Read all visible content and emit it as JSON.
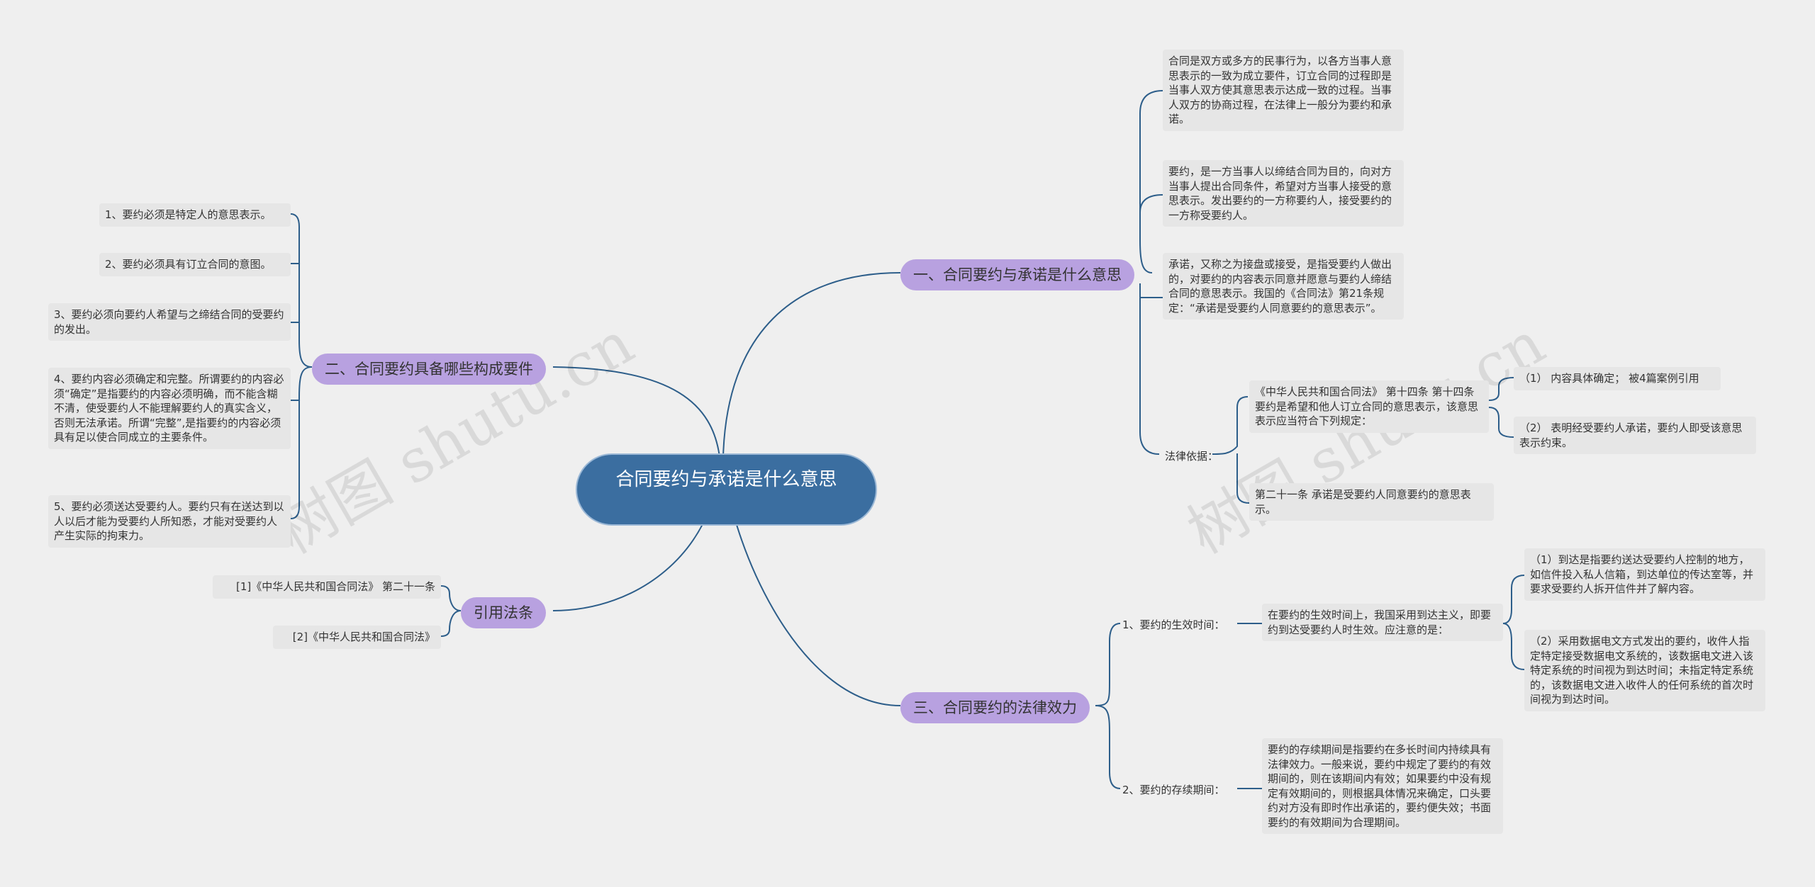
{
  "root": {
    "label": "合同要约与承诺是什么意思"
  },
  "branch1": {
    "label": "一、合同要约与承诺是什么意思",
    "para1": "合同是双方或多方的民事行为，以各方当事人意思表示的一致为成立要件，订立合同的过程即是当事人双方使其意思表示达成一致的过程。当事人双方的协商过程，在法律上一般分为要约和承诺。",
    "para2": "要约，是一方当事人以缔结合同为目的，向对方当事人提出合同条件，希望对方当事人接受的意思表示。发出要约的一方称要约人，接受要约的一方称受要约人。",
    "para3": "承诺，又称之为接盘或接受，是指受要约人做出的，对要约的内容表示同意并愿意与要约人缔结合同的意思表示。我国的《合同法》第21条规定：“承诺是受要约人同意要约的意思表示”。",
    "law_label": "法律依据：",
    "law1": "《中华人民共和国合同法》 第十四条 第十四条 要约是希望和他人订立合同的意思表示，该意思表示应当符合下列规定：",
    "law1_sub1": "（1） 内容具体确定； 被4篇案例引用",
    "law1_sub2": "（2） 表明经受要约人承诺，要约人即受该意思表示约束。",
    "law2": "第二十一条 承诺是受要约人同意要约的意思表示。"
  },
  "branch2": {
    "label": "二、合同要约具备哪些构成要件",
    "items": [
      "1、要约必须是特定人的意思表示。",
      "2、要约必须具有订立合同的意图。",
      "3、要约必须向要约人希望与之缔结合同的受要约的发出。",
      "4、要约内容必须确定和完整。所谓要约的内容必须“确定”是指要约的内容必须明确，而不能含糊不清，使受要约人不能理解要约人的真实含义，否则无法承诺。所谓“完整”,是指要约的内容必须具有足以使合同成立的主要条件。",
      "5、要约必须送达受要约人。要约只有在送达到以人以后才能为受要约人所知悉，才能对受要约人产生实际的拘束力。"
    ]
  },
  "branch3": {
    "label": "引用法条",
    "items": [
      "[1]《中华人民共和国合同法》 第二十一条",
      "[2]《中华人民共和国合同法》"
    ]
  },
  "branch4": {
    "label": "三、合同要约的法律效力",
    "sub1_label": "1、要约的生效时间：",
    "sub1_text": "在要约的生效时间上，我国采用到达主义，即要约到达受要约人时生效。应注意的是：",
    "sub1_a": "（1）到达是指要约送达受要约人控制的地方，如信件投入私人信箱，到达单位的传达室等，并要求受要约人拆开信件并了解内容。",
    "sub1_b": "（2）采用数据电文方式发出的要约，收件人指定特定接受数据电文系统的，该数据电文进入该特定系统的时间视为到达时间；未指定特定系统的，该数据电文进入收件人的任何系统的首次时间视为到达时间。",
    "sub2_label": "2、要约的存续期间：",
    "sub2_text": "要约的存续期间是指要约在多长时间内持续具有法律效力。一般来说，要约中规定了要约的有效期间的，则在该期间内有效；如果要约中没有规定有效期间的，则根据具体情况来确定，口头要约对方没有即时作出承诺的，要约便失效；书面要约的有效期间为合理期间。"
  },
  "watermark": "树图 shutu.cn",
  "colors": {
    "root": "#3b6ea0",
    "branch": "#b8a1e0",
    "line": "#2d5e8a",
    "leaf_bg": "#e6e6e6"
  }
}
